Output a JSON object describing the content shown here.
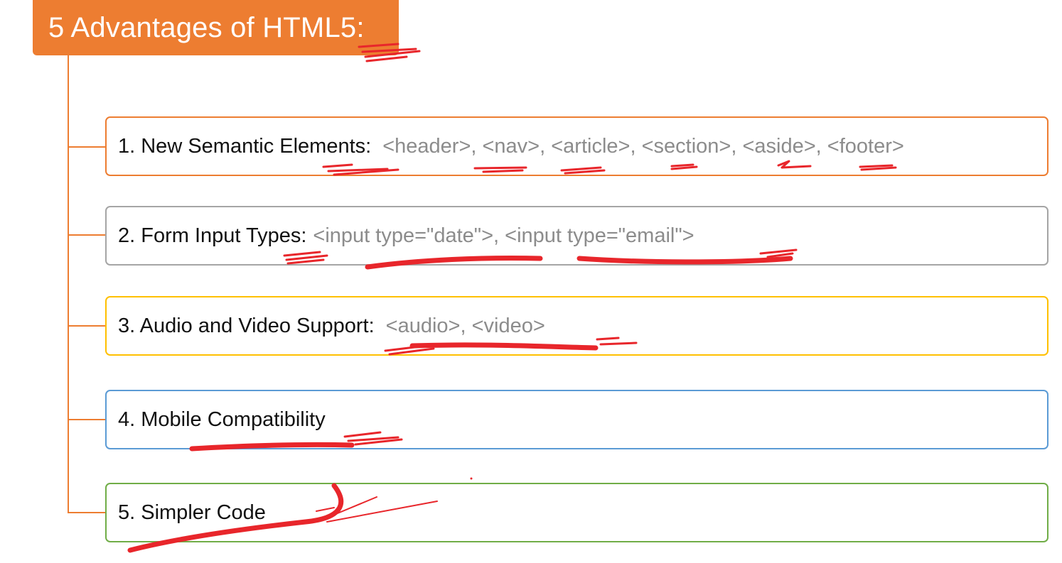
{
  "title": "5 Advantages of HTML5:",
  "colors": {
    "accent": "#ed7d31",
    "item_borders": [
      "#ed7d31",
      "#a5a5a5",
      "#ffc000",
      "#5b9bd5",
      "#70ad47"
    ],
    "annotation": "#e8262b"
  },
  "items": [
    {
      "label": "1. New Semantic Elements:",
      "code": "<header>, <nav>, <article>, <section>, <aside>, <footer>"
    },
    {
      "label": "2. Form Input Types:",
      "code": "<input type=\"date\">, <input type=\"email\">"
    },
    {
      "label": "3. Audio and Video Support:",
      "code": "<audio>, <video>"
    },
    {
      "label": "4. Mobile Compatibility",
      "code": ""
    },
    {
      "label": "5. Simpler Code",
      "code": ""
    }
  ]
}
